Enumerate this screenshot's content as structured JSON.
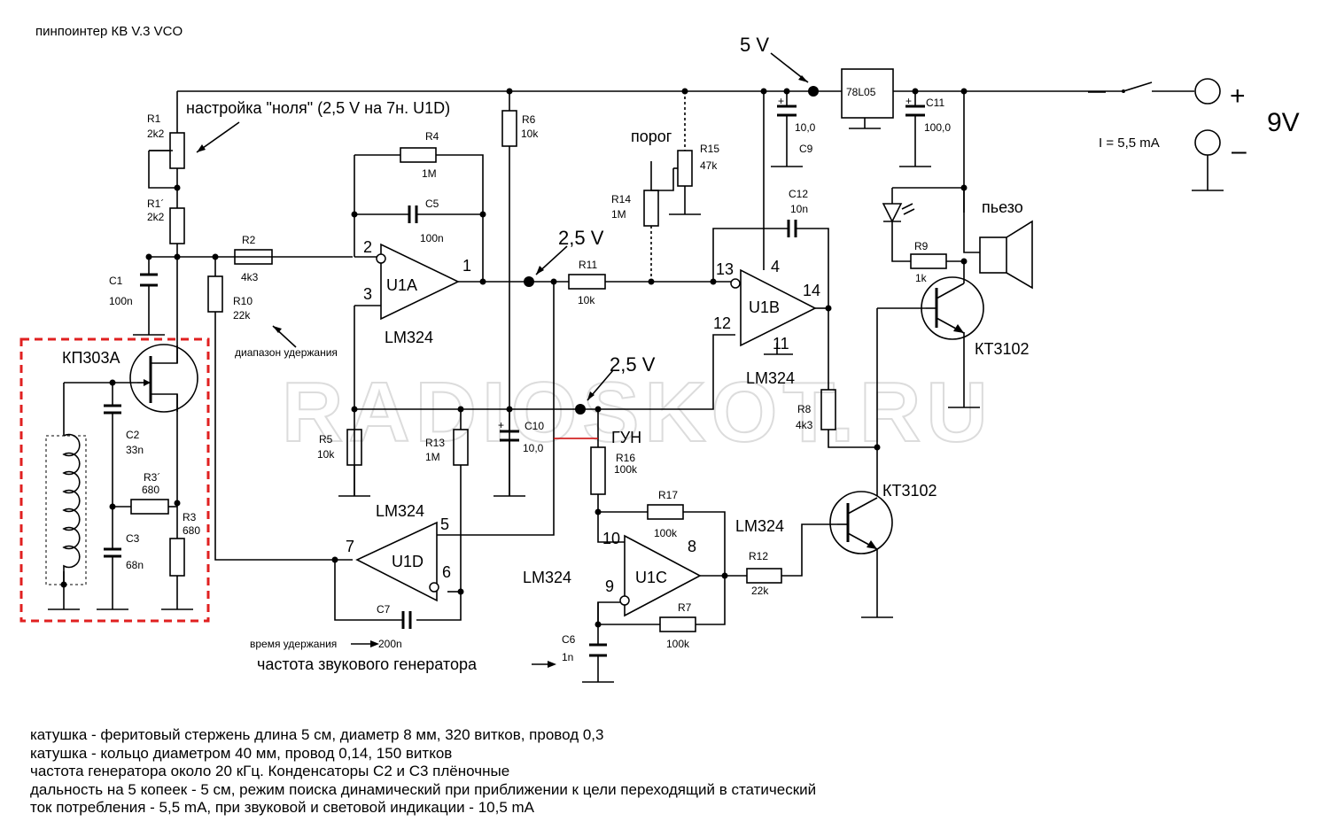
{
  "title": "пинпоинтер   КВ V.3 VCO",
  "watermark": "RADIOSKOT.RU",
  "supply": {
    "plus": "+",
    "minus": "–",
    "voltage": "9V",
    "current": "I = 5,5 mA"
  },
  "labels": {
    "v5": "5 V",
    "v25a": "2,5 V",
    "v25b": "2,5 V",
    "zero_adjust": "настройка \"ноля\" (2,5 V на 7н. U1D)",
    "hold_range": "диапазон удержания",
    "threshold": "порог",
    "piezo": "пьезо",
    "vco": "ГУН",
    "hold_time": "время удержания",
    "sound_freq": "частота звукового генератора"
  },
  "components": {
    "r1": "R1",
    "r1v": "2k2",
    "r1b": "R1´",
    "r1bv": "2k2",
    "c1": "C1",
    "c1v": "100n",
    "jfet": "КП303А",
    "c2": "C2",
    "c2v": "33n",
    "c3": "C3",
    "c3v": "68n",
    "r3a": "R3´",
    "r3av": "680",
    "r3b": "R3",
    "r3bv": "680",
    "r2": "R2",
    "r2v": "4k3",
    "r10": "R10",
    "r10v": "22k",
    "r4": "R4",
    "r4v": "1M",
    "c5": "C5",
    "c5v": "100n",
    "u1a": "U1A",
    "lm1": "LM324",
    "r6": "R6",
    "r6v": "10k",
    "r5": "R5",
    "r5v": "10k",
    "r13": "R13",
    "r13v": "1M",
    "c10": "C10",
    "c10v": "10,0",
    "r11": "R11",
    "r11v": "10k",
    "r14": "R14",
    "r14v": "1M",
    "r15": "R15",
    "r15v": "47k",
    "c9": "C9",
    "c9v": "10,0",
    "c11": "C11",
    "c11v": "100,0",
    "reg": "78L05",
    "c12": "C12",
    "c12v": "10n",
    "u1b": "U1B",
    "lm2": "LM324",
    "r8": "R8",
    "r8v": "4k3",
    "r9": "R9",
    "r9v": "1k",
    "q1": "КТ3102",
    "q2": "КТ3102",
    "u1d": "U1D",
    "lm3": "LM324",
    "c7": "C7",
    "c7v": "200n",
    "r16": "R16",
    "r16v": "100k",
    "r17": "R17",
    "r17v": "100k",
    "u1c": "U1C",
    "lm4": "LM324",
    "lm5": "LM324",
    "r7": "R7",
    "r7v": "100k",
    "r12": "R12",
    "r12v": "22k",
    "c6": "C6",
    "c6v": "1n"
  },
  "pins": {
    "p1": "1",
    "p2": "2",
    "p3": "3",
    "p4": "4",
    "p5": "5",
    "p6": "6",
    "p7": "7",
    "p8": "8",
    "p9": "9",
    "p10": "10",
    "p11": "11",
    "p12": "12",
    "p13": "13",
    "p14": "14"
  },
  "notes": [
    "катушка - феритовый стержень длина 5 см, диаметр 8 мм, 320 витков, провод 0,3",
    "катушка - кольцо диаметром 40 мм, провод 0,14, 150 витков",
    "частота генератора около 20 кГц. Конденсаторы С2 и С3 плёночные",
    "дальность на 5 копеек - 5 см, режим поиска динамический при приближении к цели переходящий в статический",
    "ток потребления - 5,5 mA, при звуковой и световой индикации - 10,5 mA"
  ]
}
